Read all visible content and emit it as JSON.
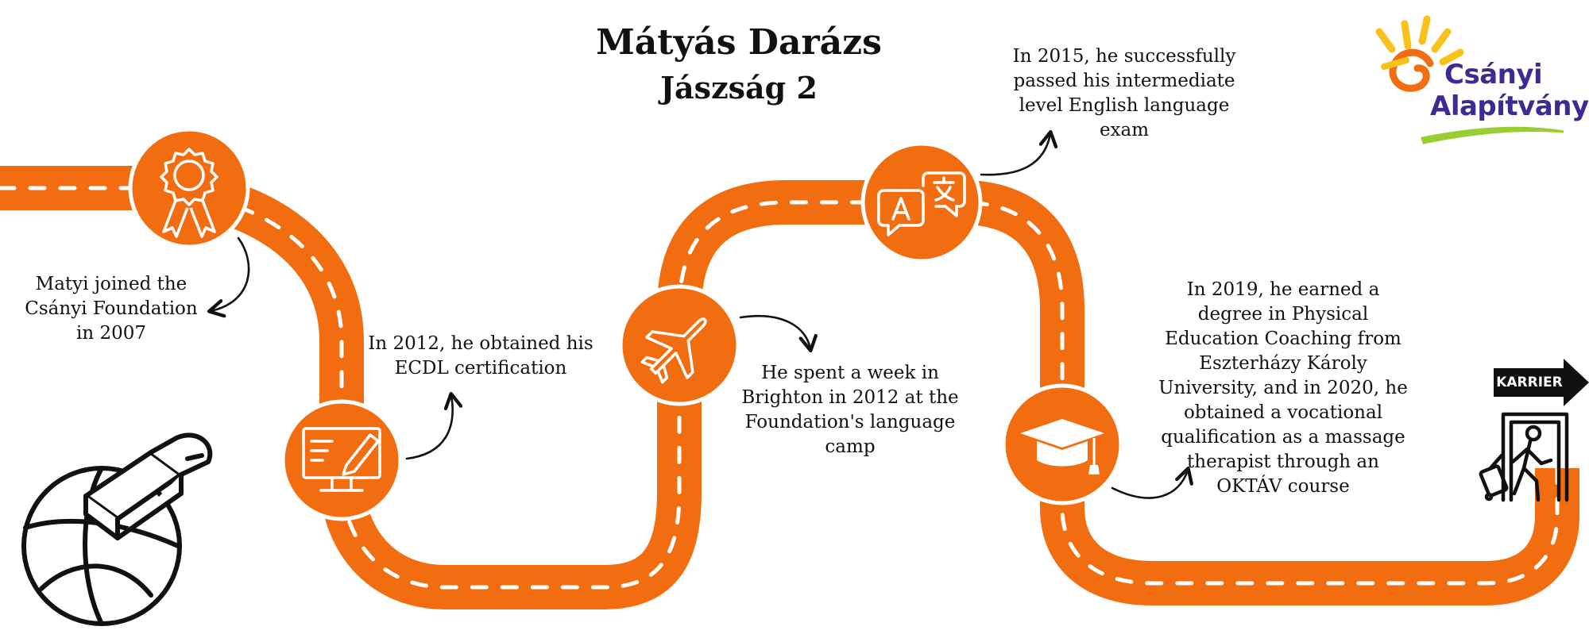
{
  "title": {
    "name": "Mátyás Darázs",
    "subtitle": "Jászság 2"
  },
  "milestones": [
    {
      "text": "Matyi joined the Csányi Foundation in 2007",
      "icon": "award-ribbon-icon"
    },
    {
      "text": "In 2012, he obtained his ECDL certification",
      "icon": "computer-pencil-icon"
    },
    {
      "text": "He spent a week in Brighton in 2012 at the Foundation's language camp",
      "icon": "airplane-icon"
    },
    {
      "text": "In 2015, he successfully passed his intermediate level English language exam",
      "icon": "translation-icon"
    },
    {
      "text": "In 2019, he earned a degree in Physical Education Coaching from Eszterházy Károly University, and in 2020, he obtained a vocational qualification as a massage therapist through an OKTÁV course",
      "icon": "graduation-cap-icon"
    }
  ],
  "logo": {
    "line1": "Csányi",
    "line2": "Alapítvány"
  },
  "career_sign": "KARRIER",
  "colors": {
    "road": "#f26d0f",
    "dash": "#ffffff",
    "text": "#111111",
    "logo_text": "#3b2c93",
    "logo_sun": "#f9c21a",
    "logo_swoosh": "#9acd32"
  },
  "decorations": [
    "basketball-whistle-icon",
    "exit-door-traveler-icon"
  ]
}
